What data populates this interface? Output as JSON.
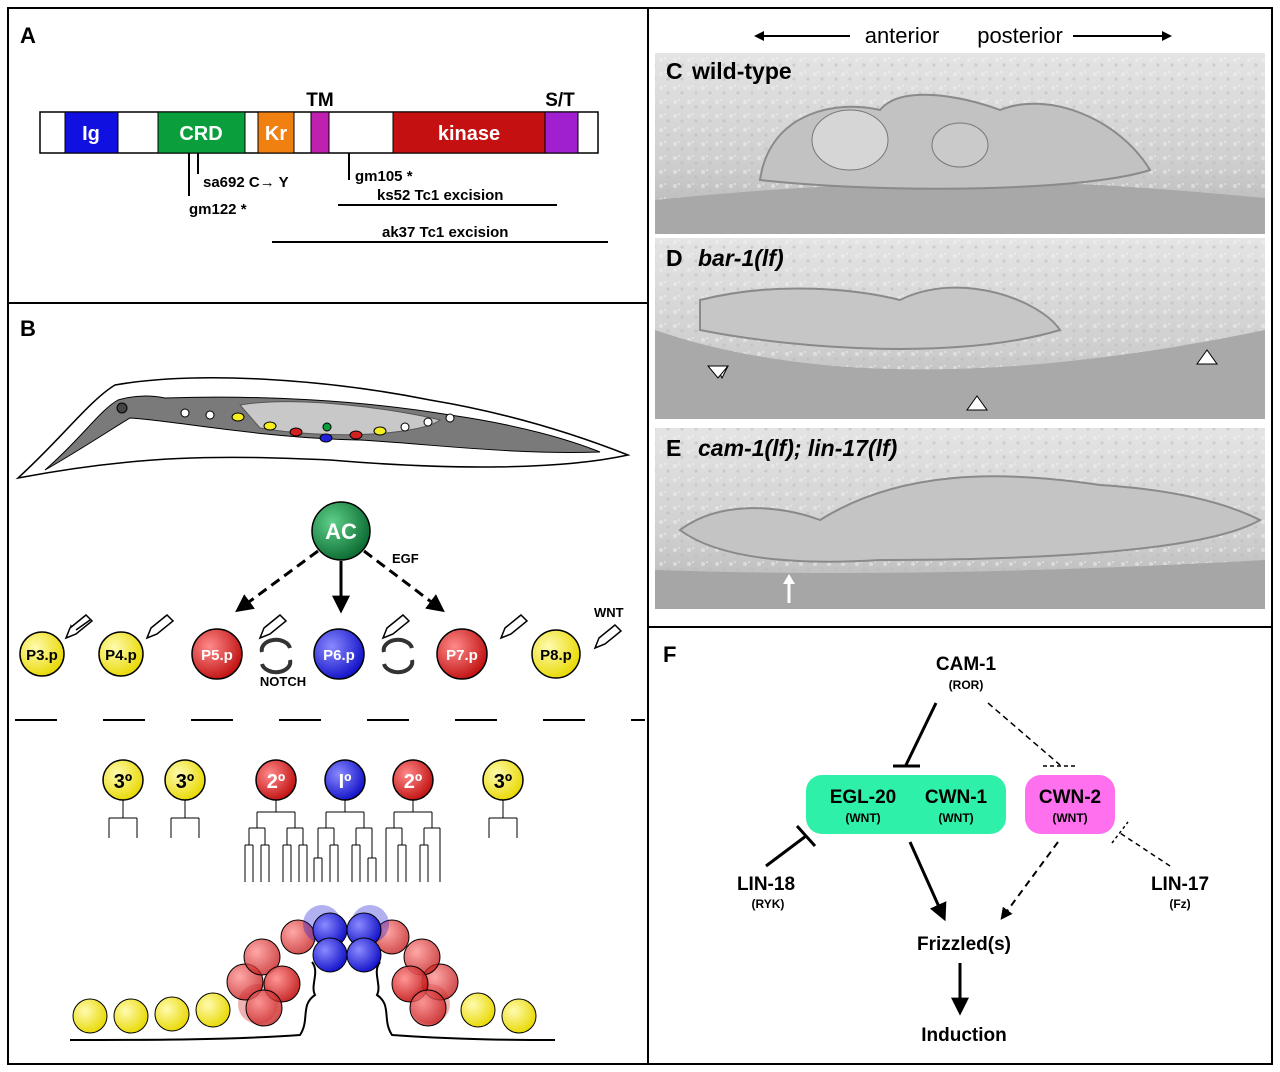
{
  "panels": {
    "a": {
      "letter": "A"
    },
    "b": {
      "letter": "B"
    },
    "c": {
      "letter": "C",
      "label": "wild-type"
    },
    "d": {
      "letter": "D",
      "label": "bar-1(lf)"
    },
    "e": {
      "letter": "E",
      "label": "cam-1(lf); lin-17(lf)"
    },
    "f": {
      "letter": "F"
    }
  },
  "axis": {
    "anterior": "anterior",
    "posterior": "posterior"
  },
  "domains": [
    {
      "label": "Ig",
      "color": "#1010e0"
    },
    {
      "label": "CRD",
      "color": "#0a9e3c"
    },
    {
      "label": "Kr",
      "color": "#f08010"
    },
    {
      "label": "",
      "color": "#c020b0"
    },
    {
      "label": "kinase",
      "color": "#c41010"
    },
    {
      "label": "",
      "color": "#a020d0"
    }
  ],
  "domain_tags": {
    "tm": "TM",
    "st": "S/T"
  },
  "alleles": {
    "sa692": "sa692 C→ Y",
    "gm122": "gm122 *",
    "gm105": "gm105 *",
    "ks52": "ks52 Tc1 excision",
    "ak37": "ak37 Tc1 excision"
  },
  "vpc": {
    "ac": "AC",
    "egf": "EGF",
    "wnt": "WNT",
    "notch": "NOTCH",
    "cells": [
      {
        "label": "P3.p",
        "color": "#f6ee1e"
      },
      {
        "label": "P4.p",
        "color": "#f6ee1e"
      },
      {
        "label": "P5.p",
        "color": "#d42020"
      },
      {
        "label": "P6.p",
        "color": "#2020d8"
      },
      {
        "label": "P7.p",
        "color": "#d42020"
      },
      {
        "label": "P8.p",
        "color": "#f6ee1e"
      }
    ],
    "fates": [
      {
        "label": "3º",
        "color": "#f6ee1e"
      },
      {
        "label": "3º",
        "color": "#f6ee1e"
      },
      {
        "label": "2º",
        "color": "#d42020"
      },
      {
        "label": "Iº",
        "color": "#2020d8"
      },
      {
        "label": "2º",
        "color": "#d42020"
      },
      {
        "label": "3º",
        "color": "#f6ee1e"
      }
    ]
  },
  "pathway": {
    "cam1": "CAM-1",
    "cam1_sub": "(ROR)",
    "egl20": "EGL-20",
    "egl20_sub": "(WNT)",
    "cwn1": "CWN-1",
    "cwn1_sub": "(WNT)",
    "cwn2": "CWN-2",
    "cwn2_sub": "(WNT)",
    "lin18": "LIN-18",
    "lin18_sub": "(RYK)",
    "lin17": "LIN-17",
    "lin17_sub": "(Fz)",
    "frizzled": "Frizzled(s)",
    "induction": "Induction",
    "wnt_box_color": "#2ef0a8",
    "cwn2_box_color": "#ff70ee"
  }
}
